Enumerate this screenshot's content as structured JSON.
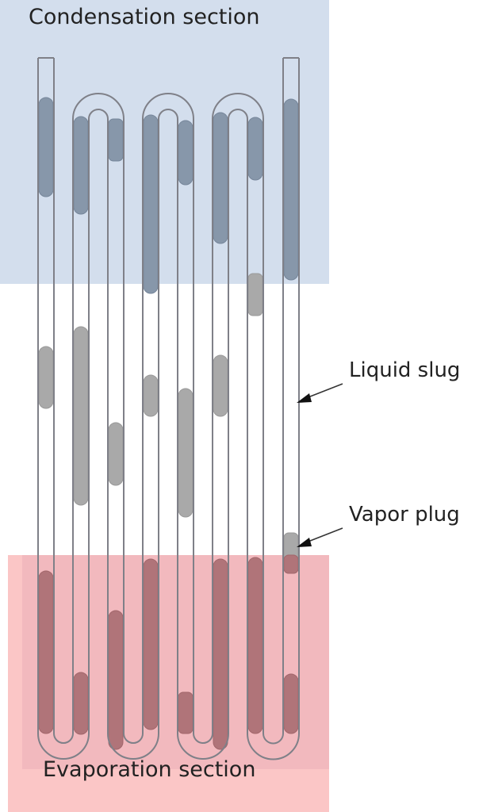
{
  "title_top": "Condensation section",
  "title_bottom": "Evaporation section",
  "annotations": {
    "liquid_slug": "Liquid slug",
    "vapor_plug": "Vapor plug"
  },
  "colors": {
    "condensation_zone": "#d2deed",
    "evaporation_zone": "#f4bcc0",
    "tube_stroke": "#7f8088"
  }
}
